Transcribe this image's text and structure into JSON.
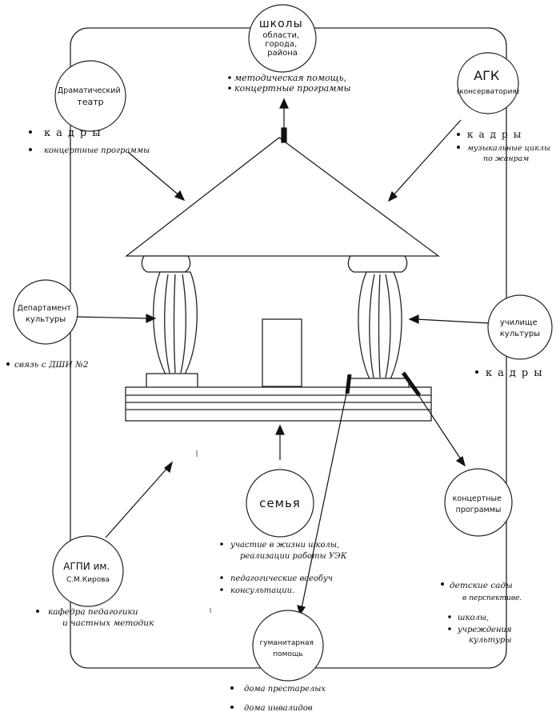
{
  "center": {
    "nodes": [
      {
        "id": "schools",
        "lines": [
          "школы",
          "области,",
          "города,",
          "района"
        ]
      },
      {
        "id": "drama",
        "lines": [
          "Драматический",
          "театр"
        ]
      },
      {
        "id": "agk",
        "lines": [
          "АГК",
          "(консерватория)"
        ]
      },
      {
        "id": "dept",
        "lines": [
          "Департамент",
          "культуры"
        ]
      },
      {
        "id": "uchil",
        "lines": [
          "училище",
          "культуры"
        ]
      },
      {
        "id": "family",
        "lines": [
          "семья"
        ]
      },
      {
        "id": "agpi",
        "lines": [
          "АГПИ им.",
          "С.М.Кирова"
        ]
      },
      {
        "id": "concert",
        "lines": [
          "концертные",
          "программы"
        ]
      },
      {
        "id": "human",
        "lines": [
          "гуманитарная",
          "помощь"
        ]
      }
    ]
  },
  "notes": {
    "schools": [
      "методическая помощь,",
      "концертные программы"
    ],
    "drama": [
      "кадры",
      "концертные программы"
    ],
    "agk": [
      "кадры",
      "музыкальные циклы",
      "по жанрам"
    ],
    "dept": [
      "связь с ДШИ №2"
    ],
    "uchil": [
      "кадры"
    ],
    "family": [
      "участие в жизни школы,",
      "реализации работы УЭК",
      "педагогические всеобуч",
      "консультации."
    ],
    "agpi": [
      "кафедра педагогики",
      "и частных методик"
    ],
    "concert": [
      "детские сады",
      "в перспективе.",
      "школы,",
      "учреждения",
      "культуры"
    ],
    "human": [
      "дома престарелых",
      "дома инвалидов"
    ]
  }
}
